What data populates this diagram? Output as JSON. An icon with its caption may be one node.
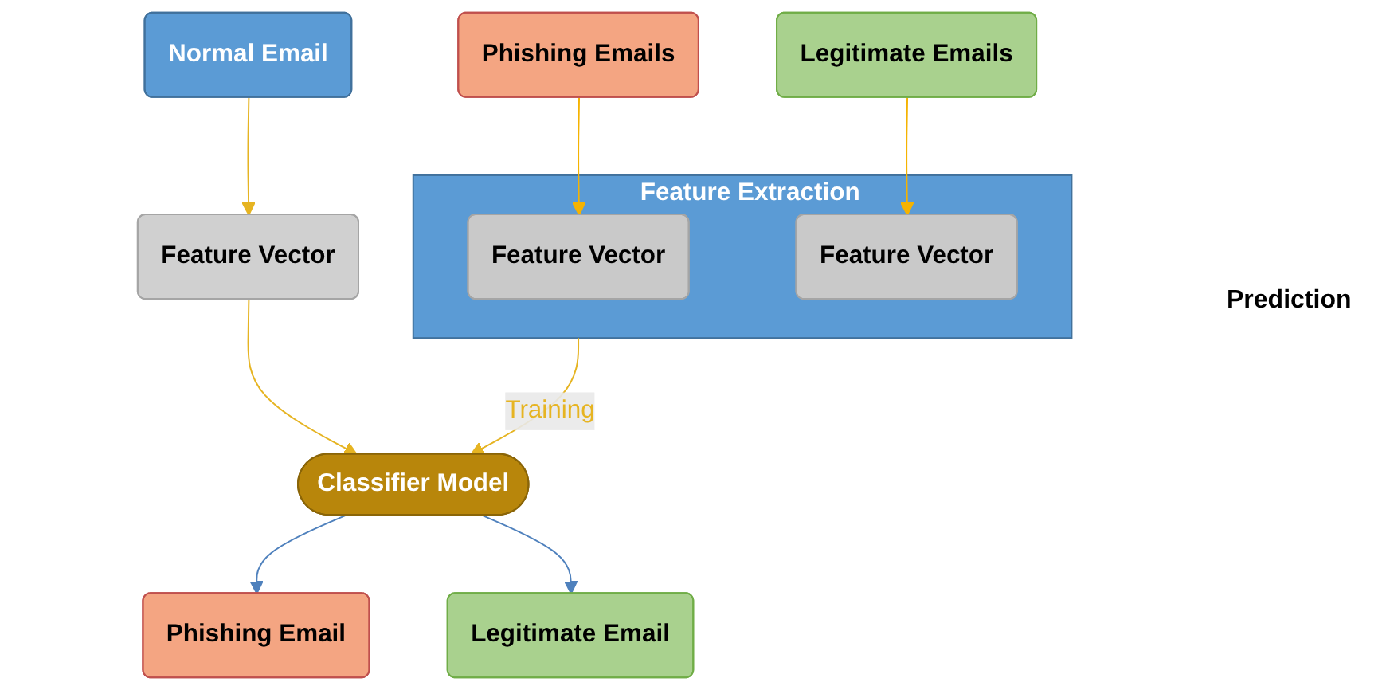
{
  "diagram": {
    "nodes": [
      {
        "text": [
          "Phishing Emails"
        ]
      },
      {
        "text": [
          "Legitimate Emails"
        ]
      },
      {
        "text": [
          "Feature Extraction"
        ]
      },
      {
        "text": [
          "Feature Vector"
        ],
        "in": 2
      },
      {
        "text": [
          "Feature Vector"
        ],
        "in": 2
      },
      {
        "text": [
          "Normal Email"
        ]
      },
      {
        "text": [
          "Feature Vector"
        ]
      },
      {
        "text": [
          "Classifier Model"
        ]
      },
      {
        "text": [
          "Phishing Email"
        ]
      },
      {
        "text": [
          "Legitimate Email"
        ]
      }
    ],
    "edges": [
      {
        "from": 0,
        "to": 3,
        "arrow": "to",
        "color": "#f5b301"
      },
      {
        "from": 1,
        "to": 4,
        "arrow": "to",
        "color": "#f5b301"
      },
      {
        "from": 2,
        "to": 7,
        "arrow": "to",
        "label": "Training"
      },
      {
        "from": 5,
        "to": 6,
        "arrow": "to"
      },
      {
        "from": 6,
        "to": 7,
        "arrow": "to"
      },
      {
        "from": 7,
        "to": 8,
        "arrow": "to",
        "color": "#4f81bd"
      },
      {
        "from": 7,
        "to": 9,
        "arrow": "to",
        "color": "#4f81bd"
      }
    ],
    "labels": [
      "Prediction"
    ]
  }
}
